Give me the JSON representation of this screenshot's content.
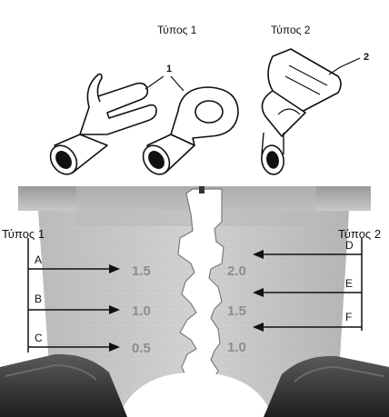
{
  "top_section": {
    "type1_title": "Τύπος 1",
    "type2_title": "Τύπος 2",
    "callout_1": "1",
    "callout_2": "2"
  },
  "tool_section": {
    "left_title": "Τύπος 1",
    "right_title": "Τύπος 2",
    "left_letters": [
      "A",
      "B",
      "C"
    ],
    "right_letters": [
      "D",
      "E",
      "F"
    ],
    "left_sizes": [
      "1.5",
      "1.0",
      "0.5"
    ],
    "right_sizes": [
      "2.0",
      "1.5",
      "1.0"
    ]
  },
  "colors": {
    "tool_metal": "#c6c6c6",
    "tool_metal_dark": "#8a8a8a",
    "handle": "#3a3a3a",
    "ink": "#111111",
    "engraving": "#8d8d8d"
  }
}
